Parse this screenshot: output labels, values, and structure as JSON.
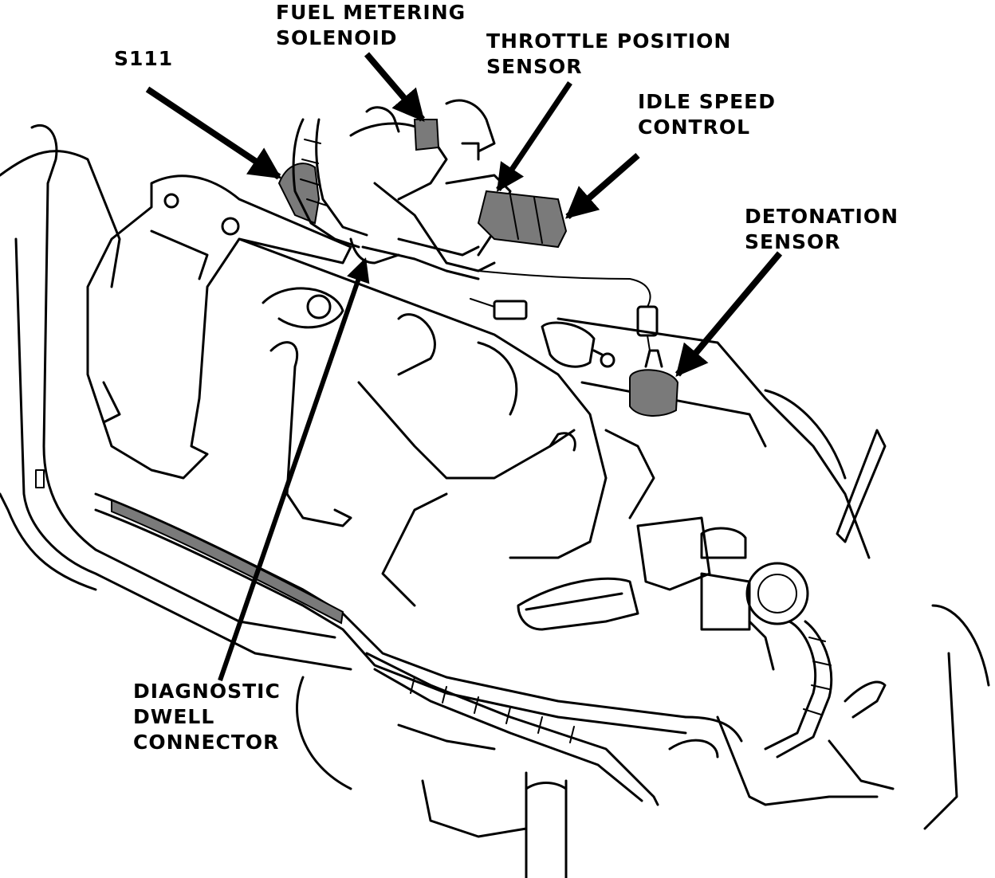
{
  "labels": {
    "fuel_metering_solenoid": [
      "FUEL METERING",
      "SOLENOID"
    ],
    "s111": [
      "S111"
    ],
    "throttle_position_sensor": [
      "THROTTLE POSITION",
      "SENSOR"
    ],
    "idle_speed_control": [
      "IDLE SPEED",
      "CONTROL"
    ],
    "detonation_sensor": [
      "DETONATION",
      "SENSOR"
    ],
    "diagnostic_dwell_connector": [
      "DIAGNOSTIC",
      "DWELL",
      "CONNECTOR"
    ]
  },
  "colors": {
    "ink": "#000000",
    "paper": "#ffffff"
  }
}
